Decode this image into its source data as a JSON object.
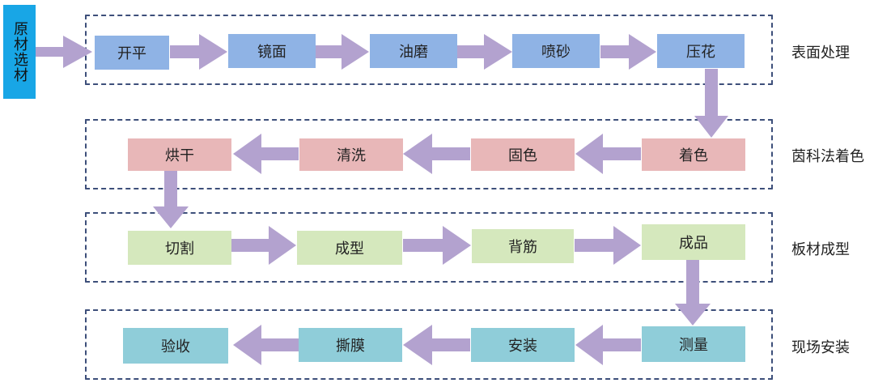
{
  "start": "原材选材",
  "groups": [
    {
      "label": "表面处理",
      "steps": [
        "开平",
        "镜面",
        "油磨",
        "喷砂",
        "压花"
      ]
    },
    {
      "label": "茵科法着色",
      "steps": [
        "着色",
        "固色",
        "清洗",
        "烘干"
      ]
    },
    {
      "label": "板材成型",
      "steps": [
        "切割",
        "成型",
        "背筋",
        "成品"
      ]
    },
    {
      "label": "现场安装",
      "steps": [
        "测量",
        "安装",
        "撕膜",
        "验收"
      ]
    }
  ],
  "colors": {
    "row1_fill": "#8fb3e5",
    "row2_fill": "#e8b7b8",
    "row3_fill": "#d5e8bd",
    "row4_fill": "#8fcdd9",
    "arrow": "#b3a2cf",
    "start_fill": "#18a6e6",
    "frame": "#3d4f7a"
  }
}
